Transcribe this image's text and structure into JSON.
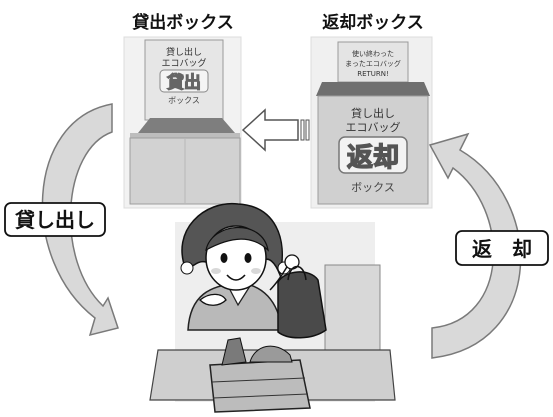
{
  "boxes": {
    "lend": {
      "title": "貸出ボックス",
      "flap_text": "貸し出し\nエコバッグ",
      "sign": "貸出",
      "sub": "ボックス"
    },
    "return": {
      "title": "返却ボックス",
      "flap_text": "使い終わった\nまったエコバッグ\nRETURN!",
      "front_text": "貸し出し\nエコバッグ",
      "sign": "返却",
      "sub": "ボックス"
    }
  },
  "labels": {
    "lend_flow": "貸し出し",
    "return_flow": "返　却"
  },
  "colors": {
    "arrow_fill": "#d9d9d9",
    "arrow_stroke": "#7a7a7a",
    "box_face": "#cfcfcf",
    "box_dark": "#9a9a9a",
    "ink": "#111111"
  }
}
